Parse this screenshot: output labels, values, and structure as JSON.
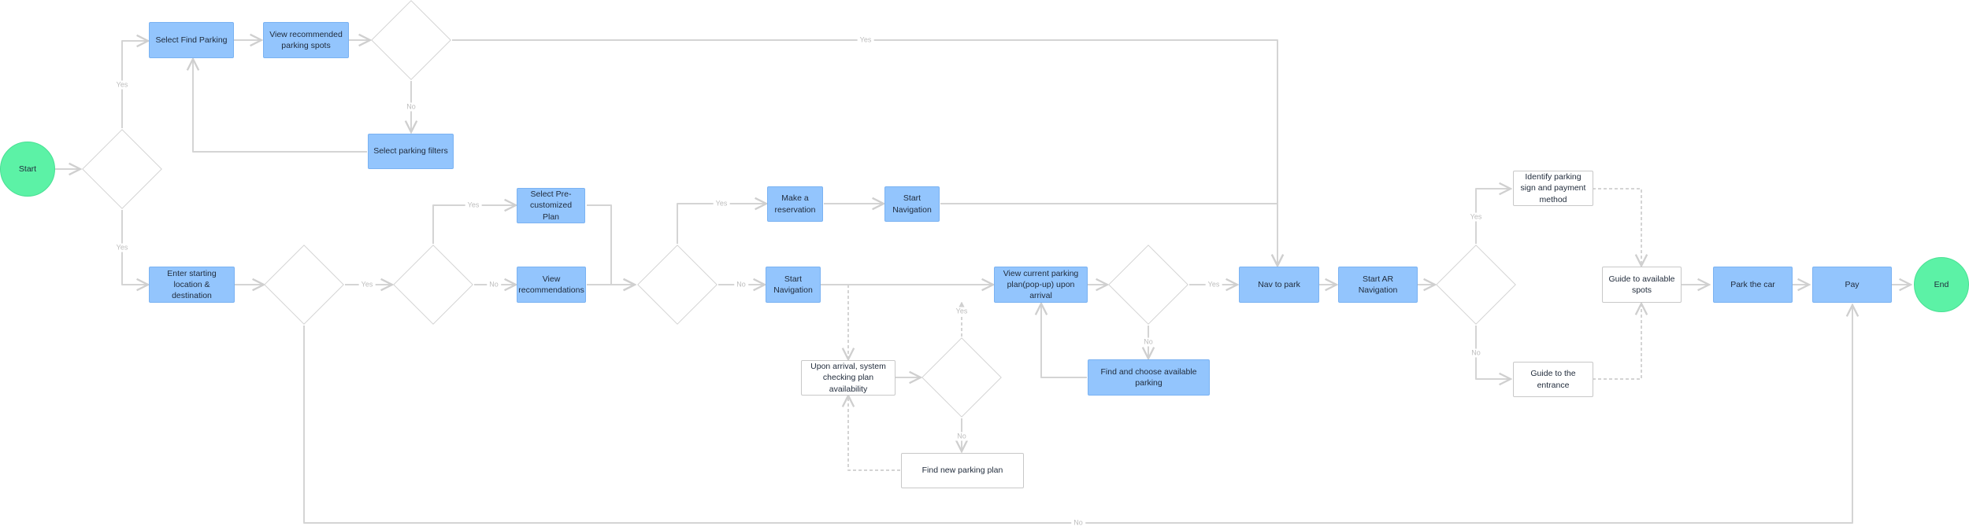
{
  "nodes": {
    "start": "Start",
    "end": "End",
    "select_find_parking": "Select Find Parking",
    "view_recommended_spots": "View recommended parking spots",
    "select_parking_filters": "Select parking filters",
    "enter_starting_location": "Enter starting location & destination",
    "select_precustomized_plan": "Select Pre-customized Plan",
    "view_recommendations": "View recommendations",
    "make_reservation": "Make a reservation",
    "start_navigation_top": "Start Navigation",
    "start_navigation_mid": "Start Navigation",
    "view_current_plan": "View current parking plan(pop-up) upon arrival",
    "find_choose_available": "Find and choose available parking",
    "upon_arrival_check": "Upon arrival, system checking plan availability",
    "find_new_plan": "Find new parking plan",
    "nav_to_park": "Nav to park",
    "start_ar_navigation": "Start AR Navigation",
    "identify_parking_sign": "Identify parking sign and payment method",
    "guide_to_entrance": "Guide to the entrance",
    "guide_to_spots": "Guide to available spots",
    "park_the_car": "Park the car",
    "pay": "Pay"
  },
  "edge_labels": {
    "top_yes": "Yes",
    "filters_no": "No",
    "decision1_yes": "Yes",
    "decision1_no": "Yes",
    "decision2_yes": "Yes",
    "decision3_yes": "Yes",
    "decision3_no": "No",
    "decision4_yes": "Yes",
    "decision4_no": "No",
    "arrival_yes": "Yes",
    "arrival_no": "No",
    "decision5_yes": "Yes",
    "decision5_no": "No",
    "ar_yes": "Yes",
    "ar_no": "No",
    "bottom_no": "No"
  },
  "colors": {
    "action_fill": "#93c5fd",
    "terminal_fill": "#5cf2a6",
    "connector": "#d4d4d4",
    "label_text": "#bdbdbd"
  }
}
